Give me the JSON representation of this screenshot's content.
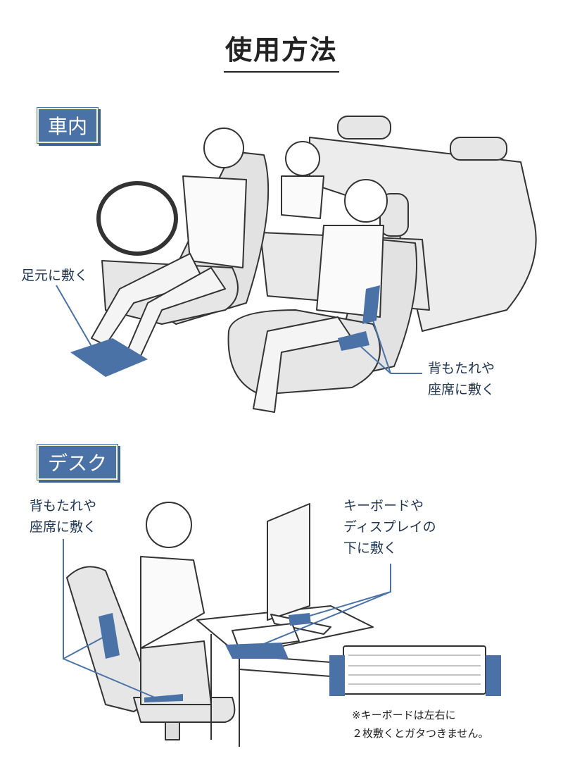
{
  "title": "使用方法",
  "sections": [
    {
      "label": "車内",
      "callouts": [
        "足元に敷く",
        "背もたれや\n座席に敷く"
      ]
    },
    {
      "label": "デスク",
      "callouts": [
        "背もたれや\n座席に敷く",
        "キーボードや\nディスプレイの\n下に敷く"
      ]
    }
  ],
  "note": "※キーボードは左右に\n２枚敷くとガタつきません。",
  "colors": {
    "accent": "#4a72a6",
    "text": "#1f3550",
    "line": "#333333",
    "fill": "#e4e4e4"
  }
}
